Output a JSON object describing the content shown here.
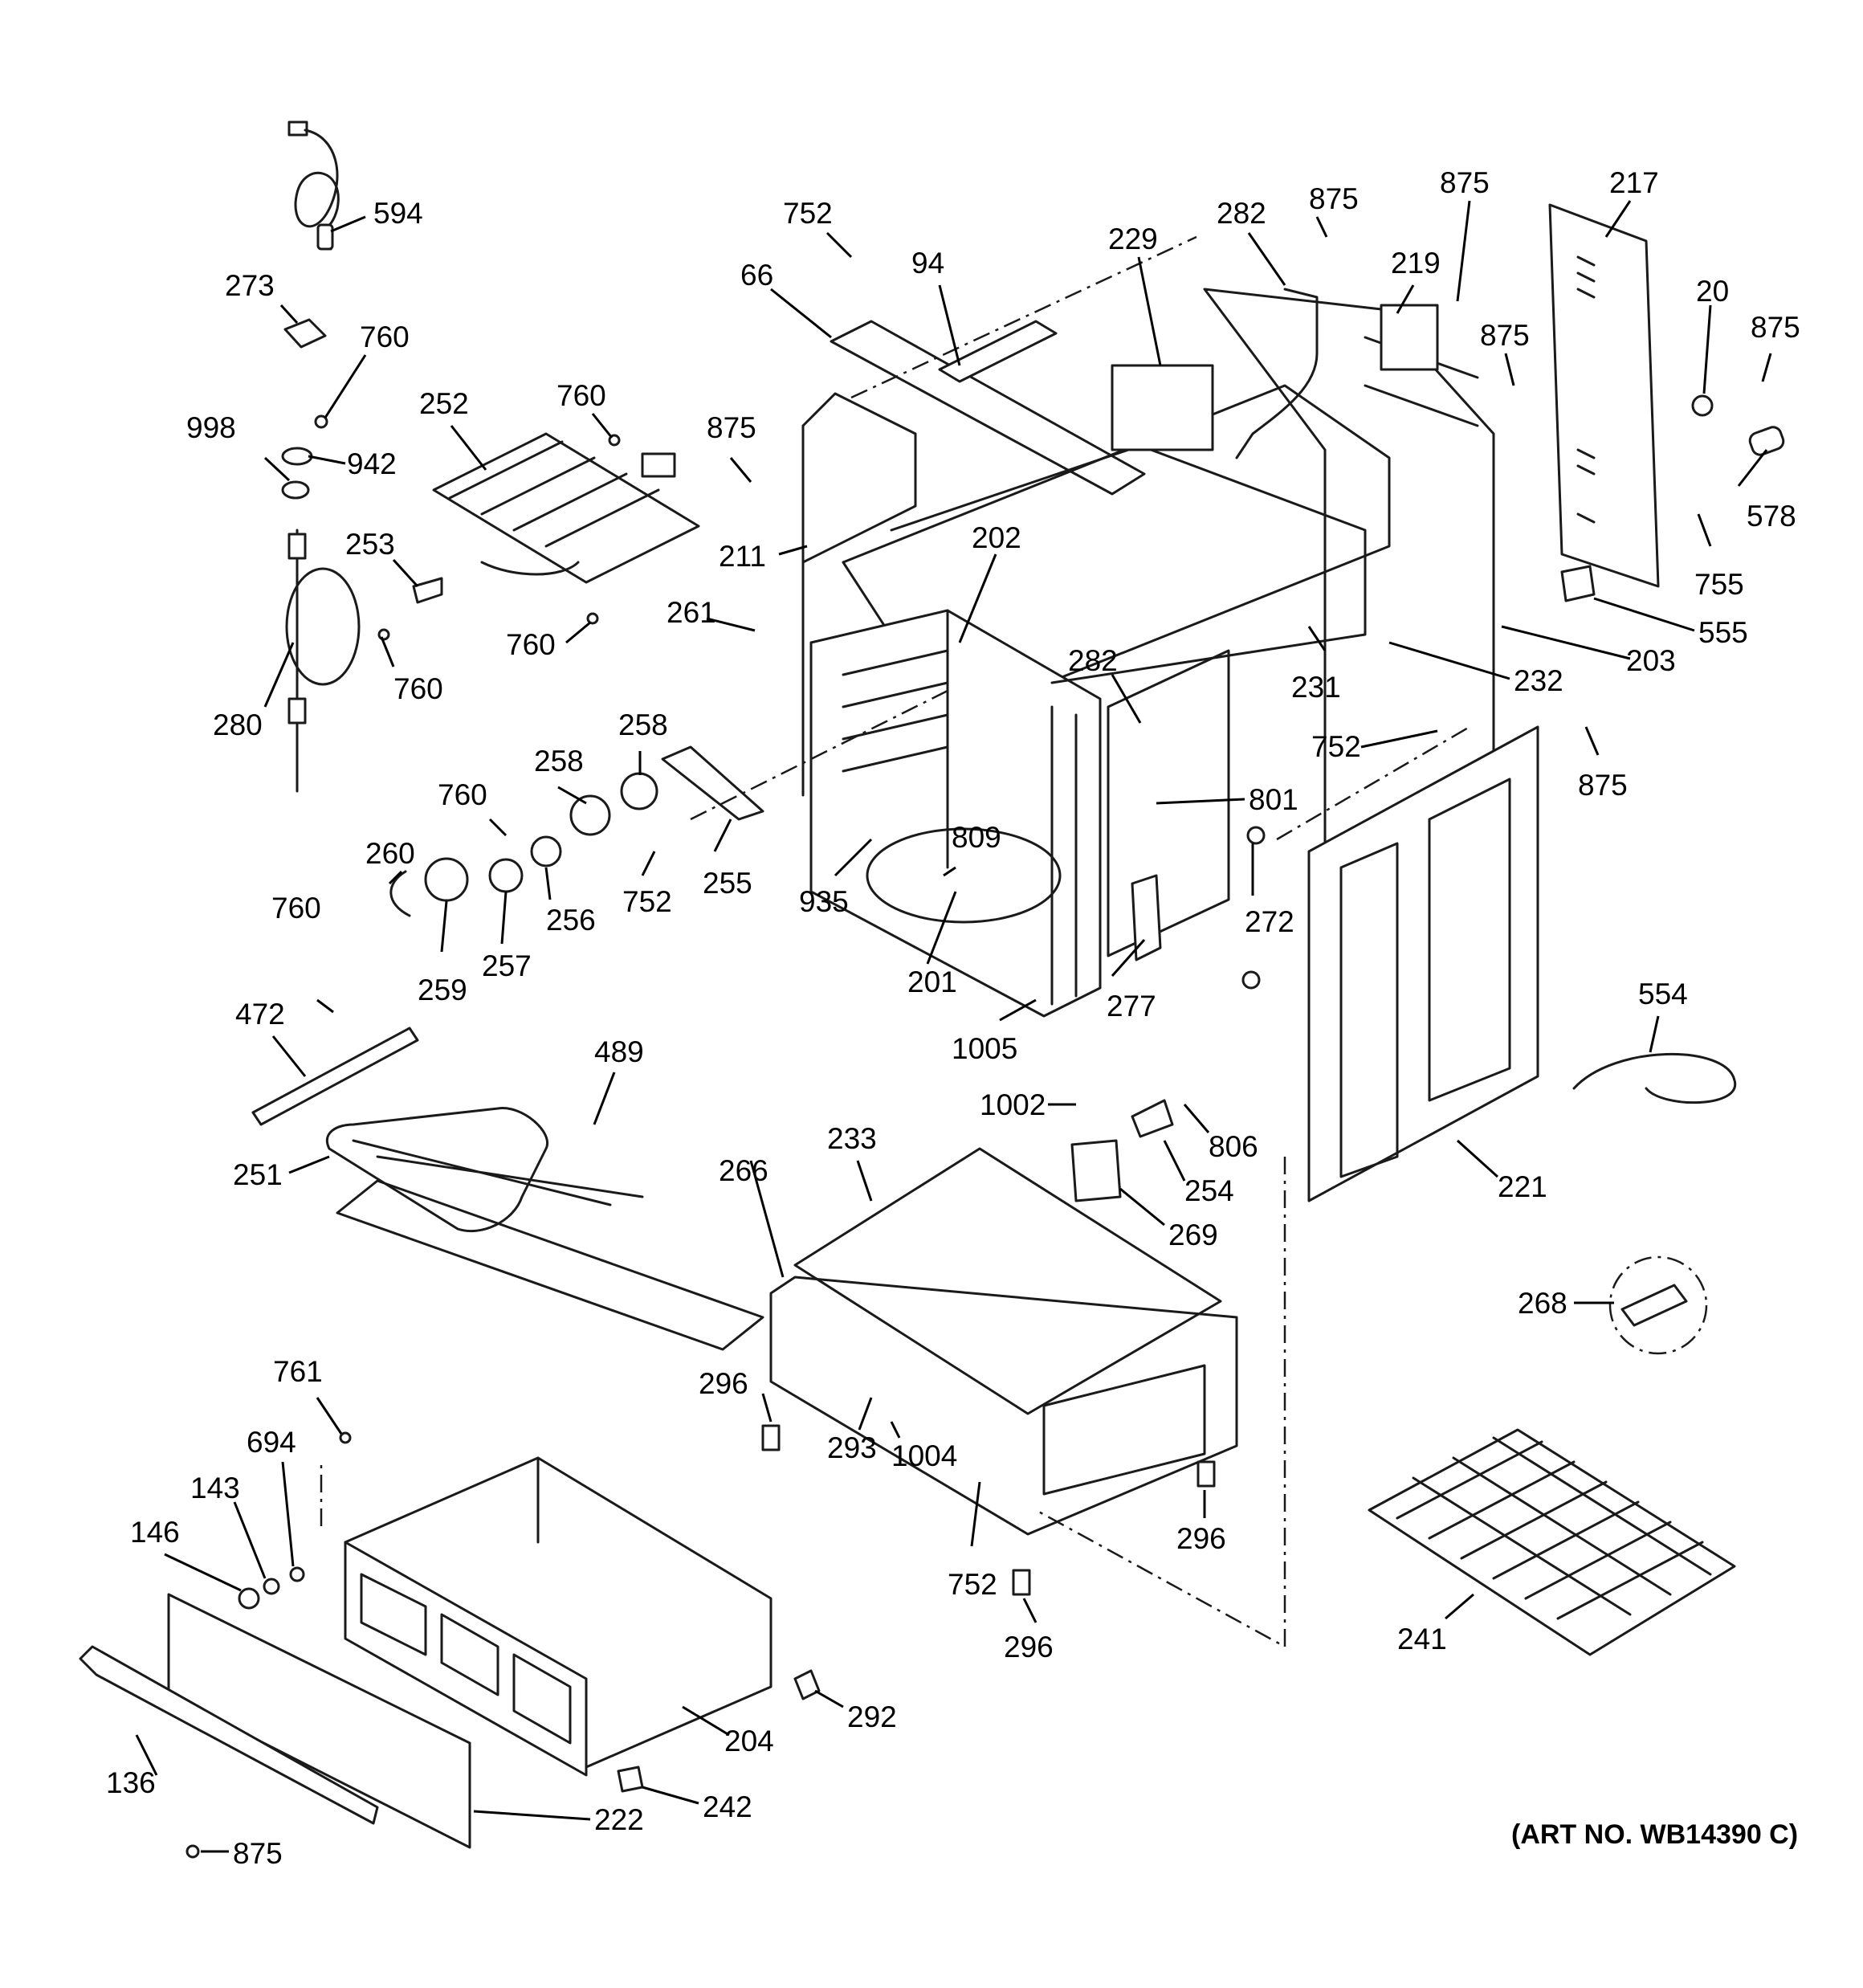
{
  "diagram": {
    "art_number": "(ART NO. WB14390 C)",
    "callouts": [
      {
        "id": "594",
        "text": "594"
      },
      {
        "id": "273",
        "text": "273"
      },
      {
        "id": "760a",
        "text": "760"
      },
      {
        "id": "998",
        "text": "998"
      },
      {
        "id": "942",
        "text": "942"
      },
      {
        "id": "252",
        "text": "252"
      },
      {
        "id": "760b",
        "text": "760"
      },
      {
        "id": "253",
        "text": "253"
      },
      {
        "id": "760c",
        "text": "760"
      },
      {
        "id": "760d",
        "text": "760"
      },
      {
        "id": "280",
        "text": "280"
      },
      {
        "id": "752a",
        "text": "752"
      },
      {
        "id": "66",
        "text": "66"
      },
      {
        "id": "94",
        "text": "94"
      },
      {
        "id": "875a",
        "text": "875"
      },
      {
        "id": "211",
        "text": "211"
      },
      {
        "id": "202",
        "text": "202"
      },
      {
        "id": "261",
        "text": "261"
      },
      {
        "id": "229",
        "text": "229"
      },
      {
        "id": "282a",
        "text": "282"
      },
      {
        "id": "875b",
        "text": "875"
      },
      {
        "id": "219",
        "text": "219"
      },
      {
        "id": "875c",
        "text": "875"
      },
      {
        "id": "875d",
        "text": "875"
      },
      {
        "id": "217",
        "text": "217"
      },
      {
        "id": "20",
        "text": "20"
      },
      {
        "id": "875e",
        "text": "875"
      },
      {
        "id": "578",
        "text": "578"
      },
      {
        "id": "755",
        "text": "755"
      },
      {
        "id": "555",
        "text": "555"
      },
      {
        "id": "203",
        "text": "203"
      },
      {
        "id": "232",
        "text": "232"
      },
      {
        "id": "231",
        "text": "231"
      },
      {
        "id": "282b",
        "text": "282"
      },
      {
        "id": "752b",
        "text": "752"
      },
      {
        "id": "801",
        "text": "801"
      },
      {
        "id": "875f",
        "text": "875"
      },
      {
        "id": "258a",
        "text": "258"
      },
      {
        "id": "258b",
        "text": "258"
      },
      {
        "id": "760e",
        "text": "760"
      },
      {
        "id": "260",
        "text": "260"
      },
      {
        "id": "256",
        "text": "256"
      },
      {
        "id": "257",
        "text": "257"
      },
      {
        "id": "259",
        "text": "259"
      },
      {
        "id": "752c",
        "text": "752"
      },
      {
        "id": "255",
        "text": "255"
      },
      {
        "id": "809",
        "text": "809"
      },
      {
        "id": "935",
        "text": "935"
      },
      {
        "id": "201",
        "text": "201"
      },
      {
        "id": "272",
        "text": "272"
      },
      {
        "id": "277",
        "text": "277"
      },
      {
        "id": "1005",
        "text": "1005"
      },
      {
        "id": "760f",
        "text": "760"
      },
      {
        "id": "472",
        "text": "472"
      },
      {
        "id": "489",
        "text": "489"
      },
      {
        "id": "251",
        "text": "251"
      },
      {
        "id": "554",
        "text": "554"
      },
      {
        "id": "1002",
        "text": "1002"
      },
      {
        "id": "806",
        "text": "806"
      },
      {
        "id": "254",
        "text": "254"
      },
      {
        "id": "269",
        "text": "269"
      },
      {
        "id": "221",
        "text": "221"
      },
      {
        "id": "233",
        "text": "233"
      },
      {
        "id": "266",
        "text": "266"
      },
      {
        "id": "268",
        "text": "268"
      },
      {
        "id": "296a",
        "text": "296"
      },
      {
        "id": "293",
        "text": "293"
      },
      {
        "id": "1004",
        "text": "1004"
      },
      {
        "id": "296b",
        "text": "296"
      },
      {
        "id": "752d",
        "text": "752"
      },
      {
        "id": "296c",
        "text": "296"
      },
      {
        "id": "241",
        "text": "241"
      },
      {
        "id": "761",
        "text": "761"
      },
      {
        "id": "694",
        "text": "694"
      },
      {
        "id": "143",
        "text": "143"
      },
      {
        "id": "146",
        "text": "146"
      },
      {
        "id": "292",
        "text": "292"
      },
      {
        "id": "204",
        "text": "204"
      },
      {
        "id": "136",
        "text": "136"
      },
      {
        "id": "242",
        "text": "242"
      },
      {
        "id": "222",
        "text": "222"
      },
      {
        "id": "875g",
        "text": "875"
      }
    ]
  }
}
